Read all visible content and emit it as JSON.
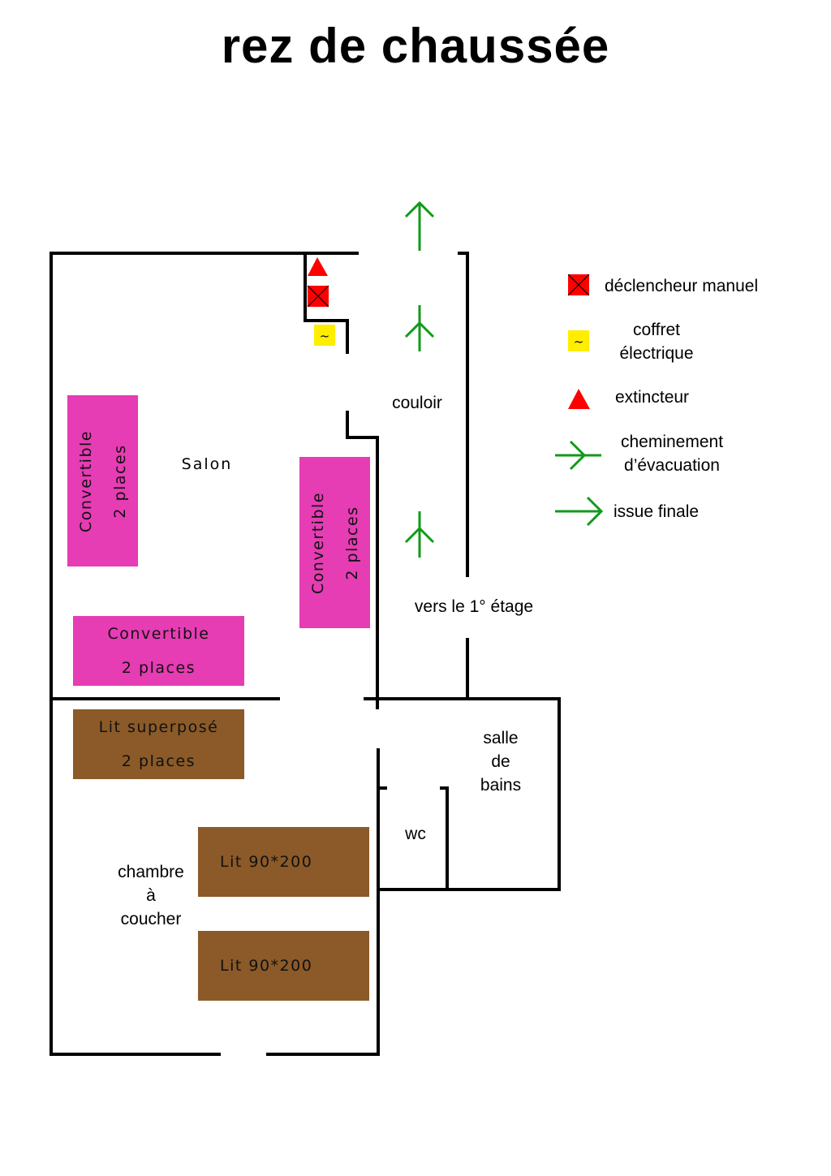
{
  "title": "rez de chaussée",
  "colors": {
    "wall": "#000000",
    "convertible": "#e63cb4",
    "bed": "#8b5a28",
    "alarm": "#ff0000",
    "electrical": "#ffee00",
    "extinguisher": "#ff0000",
    "evacuation": "#129a1a"
  },
  "rooms": {
    "salon": "Salon",
    "couloir": "couloir",
    "stairs": "vers le 1° étage",
    "bathroom": [
      "salle",
      "de",
      "bains"
    ],
    "wc": "wc",
    "bedroom": [
      "chambre",
      "à",
      "coucher"
    ]
  },
  "furniture": {
    "convertible_left": [
      "Convertible",
      "2 places"
    ],
    "convertible_middle": [
      "Convertible",
      "2 places"
    ],
    "convertible_bottom": [
      "Convertible",
      "2 places"
    ],
    "bunk_bed": [
      "Lit superposé",
      "2 places"
    ],
    "bed_1": [
      "Lit 90*200"
    ],
    "bed_2": [
      "Lit 90*200"
    ]
  },
  "symbols": {
    "electrical_glyph": "~"
  },
  "legend": [
    {
      "icon": "manual-call-point-icon",
      "label": [
        "déclencheur manuel"
      ]
    },
    {
      "icon": "electrical-panel-icon",
      "label": [
        "coffret",
        "électrique"
      ]
    },
    {
      "icon": "fire-extinguisher-icon",
      "label": [
        "extincteur"
      ]
    },
    {
      "icon": "evacuation-route-icon",
      "label": [
        "cheminement",
        "d’évacuation"
      ]
    },
    {
      "icon": "final-exit-icon",
      "label": [
        "issue finale"
      ]
    }
  ]
}
